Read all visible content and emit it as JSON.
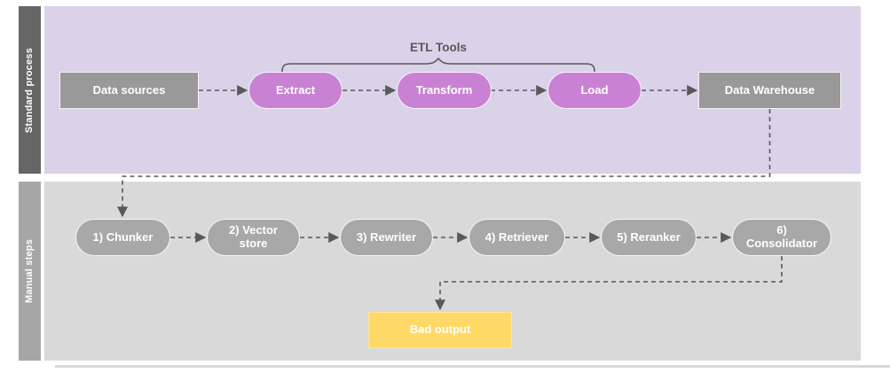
{
  "colors": {
    "lane_standard_bg": "#d9d2e9",
    "lane_manual_bg": "#d9d9d9",
    "lane_standard_bar": "#666666",
    "lane_manual_bar": "#a6a6a6",
    "rect_node_bg": "#999999",
    "manual_pill_bg": "#a8a8a8",
    "etl_pill_bg": "#c982d3",
    "bad_output_bg": "#ffd966",
    "connector": "#595959",
    "node_text": "#ffffff",
    "annotation_text": "#595959"
  },
  "lanes": [
    {
      "id": "standard",
      "label": "Standard process"
    },
    {
      "id": "manual",
      "label": "Manual steps"
    }
  ],
  "annotations": {
    "etl_tools_label": "ETL Tools"
  },
  "nodes": {
    "data_sources": {
      "label": "Data sources",
      "shape": "rectangle",
      "lane": "standard"
    },
    "extract": {
      "label": "Extract",
      "shape": "pill",
      "lane": "standard"
    },
    "transform": {
      "label": "Transform",
      "shape": "pill",
      "lane": "standard"
    },
    "load": {
      "label": "Load",
      "shape": "pill",
      "lane": "standard"
    },
    "data_warehouse": {
      "label": "Data Warehouse",
      "shape": "rectangle",
      "lane": "standard"
    },
    "chunker": {
      "label": "1) Chunker",
      "shape": "pill",
      "lane": "manual"
    },
    "vector_store": {
      "label": "2) Vector store",
      "shape": "pill",
      "lane": "manual"
    },
    "rewriter": {
      "label": "3) Rewriter",
      "shape": "pill",
      "lane": "manual"
    },
    "retriever": {
      "label": "4) Retriever",
      "shape": "pill",
      "lane": "manual"
    },
    "reranker": {
      "label": "5) Reranker",
      "shape": "pill",
      "lane": "manual"
    },
    "consolidator": {
      "label": "6) Consolidator",
      "shape": "pill",
      "lane": "manual"
    },
    "bad_output": {
      "label": "Bad output",
      "shape": "rectangle",
      "lane": "manual"
    }
  },
  "edges": [
    {
      "from": "data_sources",
      "to": "extract",
      "style": "dashed-arrow"
    },
    {
      "from": "extract",
      "to": "transform",
      "style": "dashed-arrow"
    },
    {
      "from": "transform",
      "to": "load",
      "style": "dashed-arrow"
    },
    {
      "from": "load",
      "to": "data_warehouse",
      "style": "dashed-arrow"
    },
    {
      "from": "data_warehouse",
      "to": "chunker",
      "style": "dashed-arrow"
    },
    {
      "from": "chunker",
      "to": "vector_store",
      "style": "dashed-arrow"
    },
    {
      "from": "vector_store",
      "to": "rewriter",
      "style": "dashed-arrow"
    },
    {
      "from": "rewriter",
      "to": "retriever",
      "style": "dashed-arrow"
    },
    {
      "from": "retriever",
      "to": "reranker",
      "style": "dashed-arrow"
    },
    {
      "from": "reranker",
      "to": "consolidator",
      "style": "dashed-arrow"
    },
    {
      "from": "consolidator",
      "to": "bad_output",
      "style": "dashed-arrow"
    },
    {
      "from": "etl_tools_brace",
      "to": "extract_transform_load",
      "style": "brace"
    }
  ]
}
